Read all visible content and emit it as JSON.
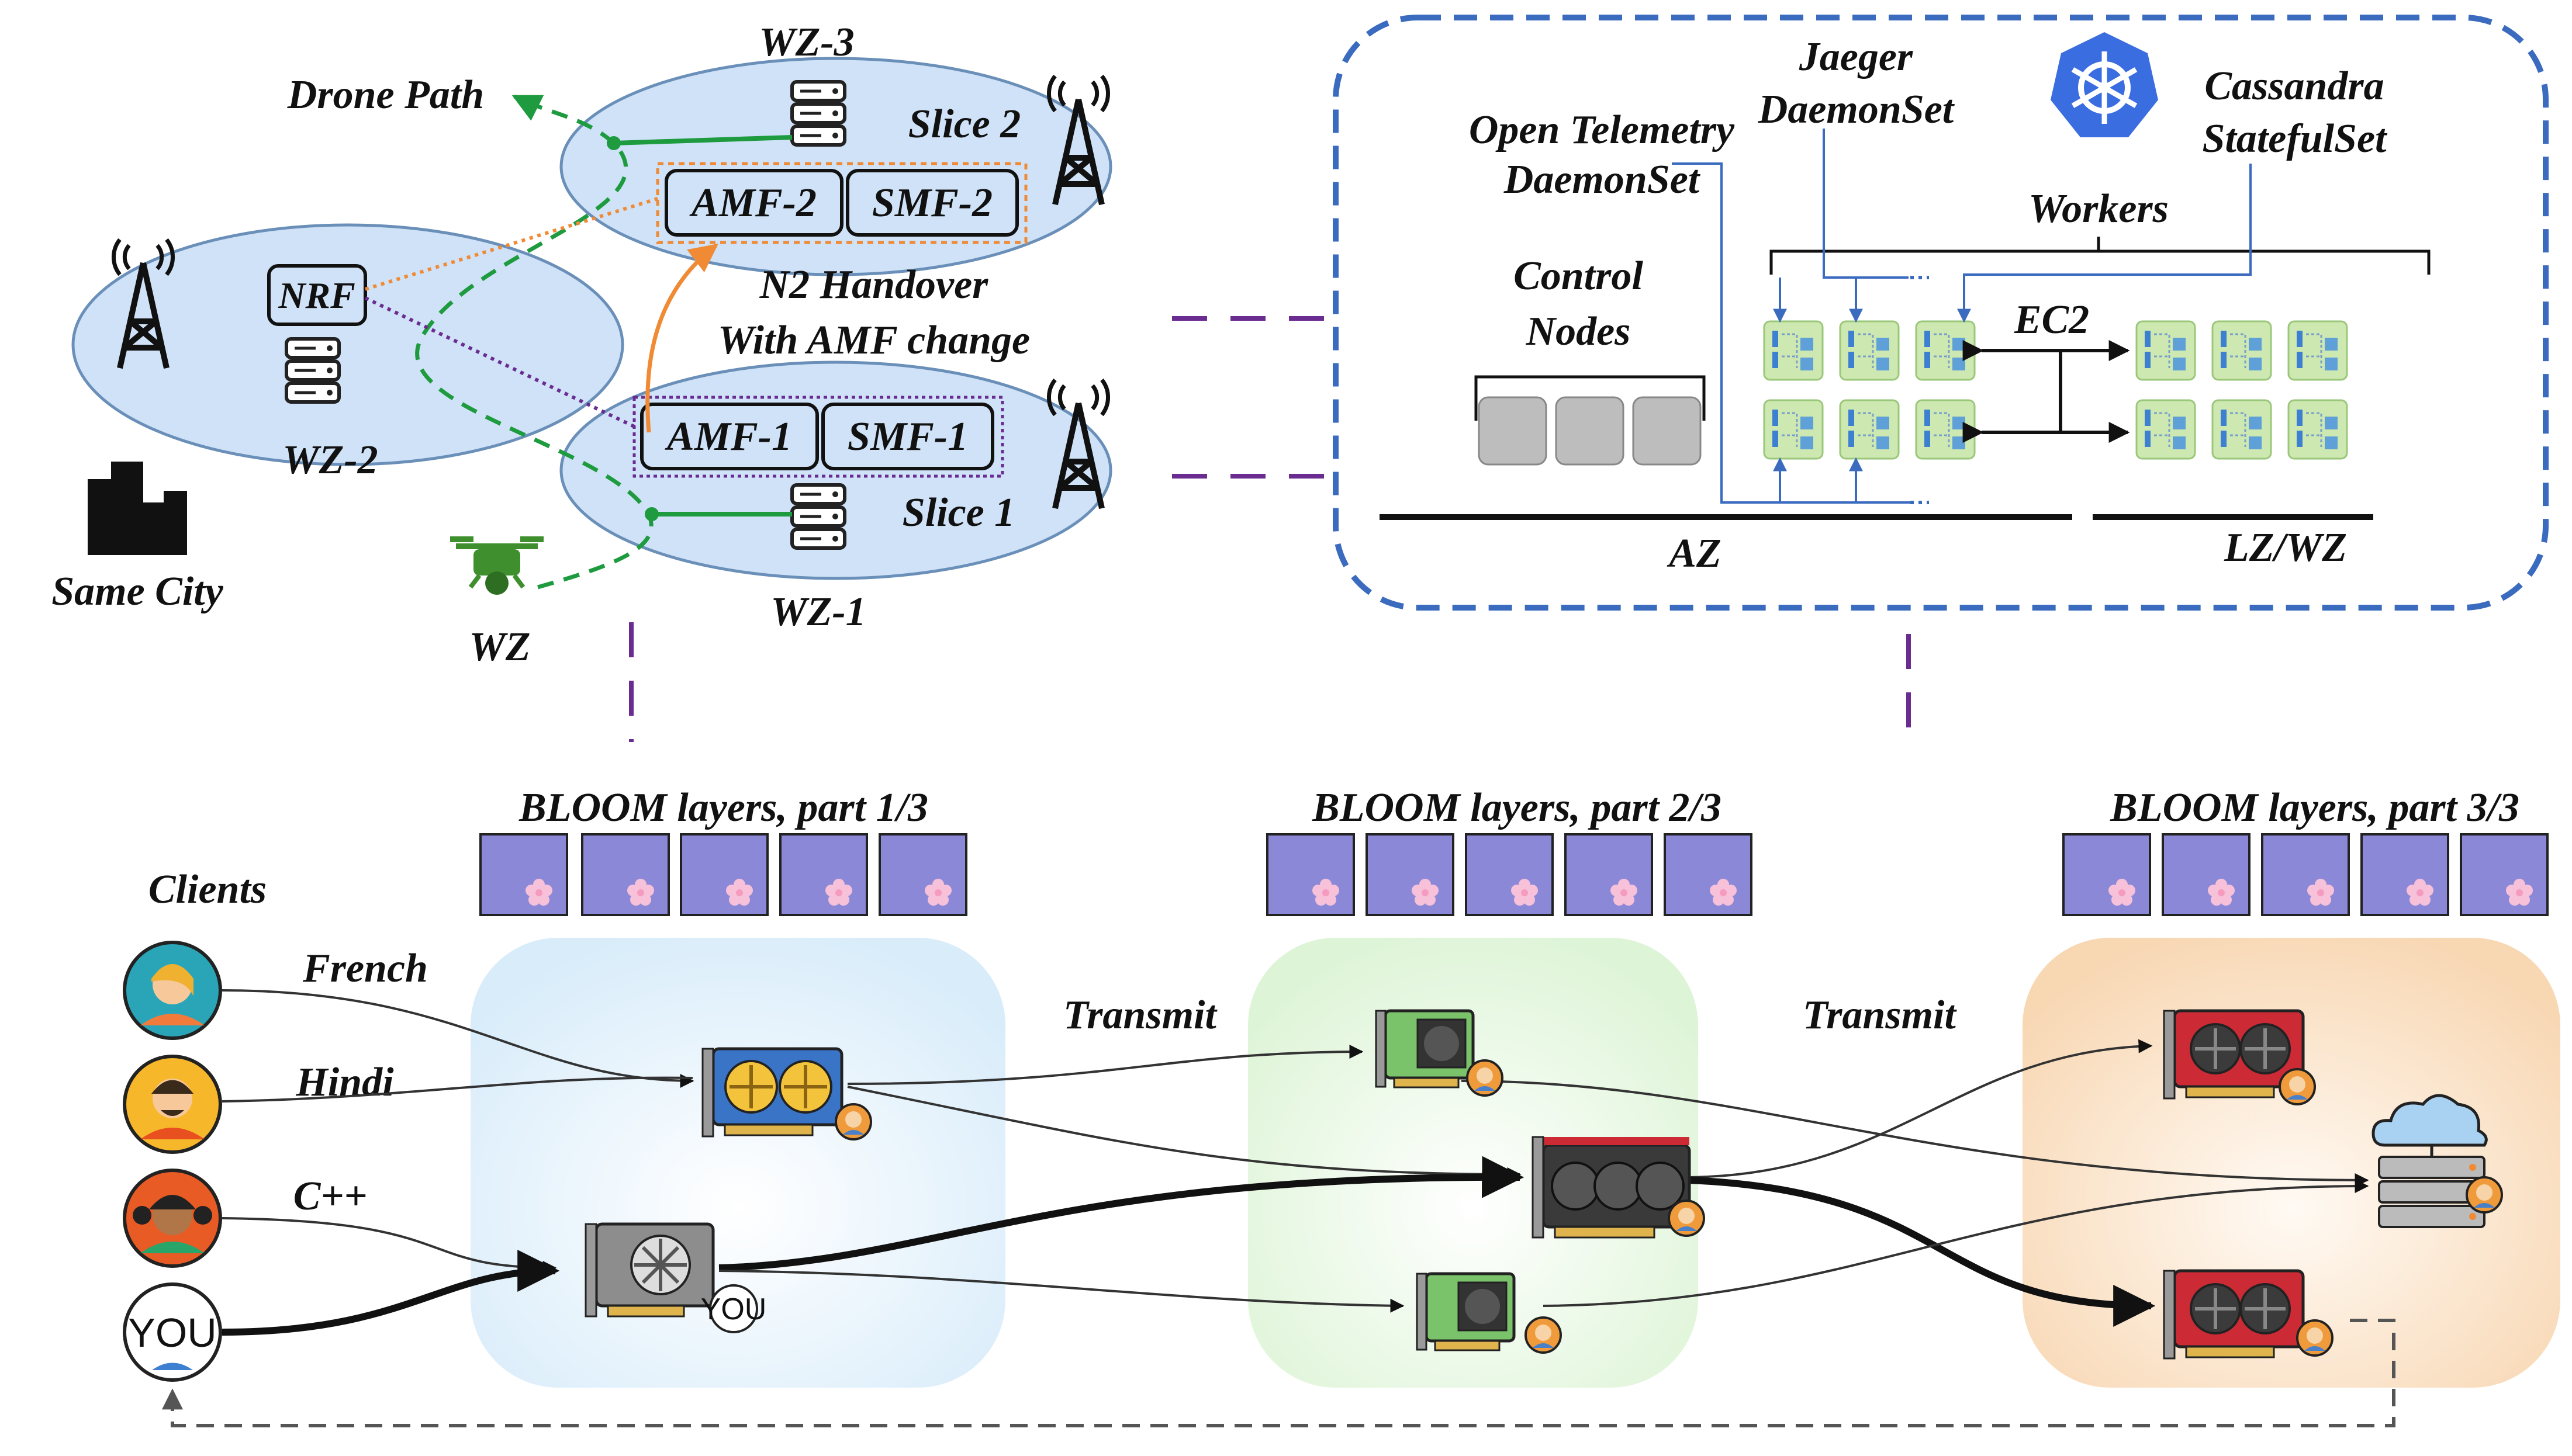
{
  "top_left": {
    "drone_path": "Drone Path",
    "zones": {
      "wz3": "WZ-3",
      "wz2": "WZ-2",
      "wz1": "WZ-1",
      "wz": "WZ"
    },
    "slice2": "Slice 2",
    "slice1": "Slice 1",
    "amf2": "AMF-2",
    "smf2": "SMF-2",
    "amf1": "AMF-1",
    "smf1": "SMF-1",
    "nrf": "NRF",
    "handover_line1": "N2 Handover",
    "handover_line2": "With AMF change",
    "same_city": "Same City"
  },
  "k8s": {
    "otel_line1": "Open Telemetry",
    "otel_line2": "DaemonSet",
    "jaeger_line1": "Jaeger",
    "jaeger_line2": "DaemonSet",
    "cassandra_line1": "Cassandra",
    "cassandra_line2": "StatefulSet",
    "workers": "Workers",
    "control_line1": "Control",
    "control_line2": "Nodes",
    "ec2": "EC2",
    "az": "AZ",
    "lzwz": "LZ/WZ"
  },
  "bloom": {
    "part1": "BLOOM layers, part 1/3",
    "part2": "BLOOM layers, part 2/3",
    "part3": "BLOOM layers, part 3/3",
    "clients": "Clients",
    "french": "French",
    "hindi": "Hindi",
    "cpp": "C++",
    "you": "YOU",
    "transmit1": "Transmit",
    "transmit2": "Transmit"
  },
  "colors": {
    "zone_fill": "#cfe2f7",
    "zone_stroke": "#6a8fb8",
    "k8s_border": "#3a6bbf",
    "purple_dash": "#6a2c91",
    "green_path": "#1e9b3f",
    "orange_handover": "#f08a34",
    "layer_fill": "#8c88d8",
    "region1": "#dff0fb",
    "region2": "#e4f7de",
    "region3": "#fbe4cc"
  }
}
